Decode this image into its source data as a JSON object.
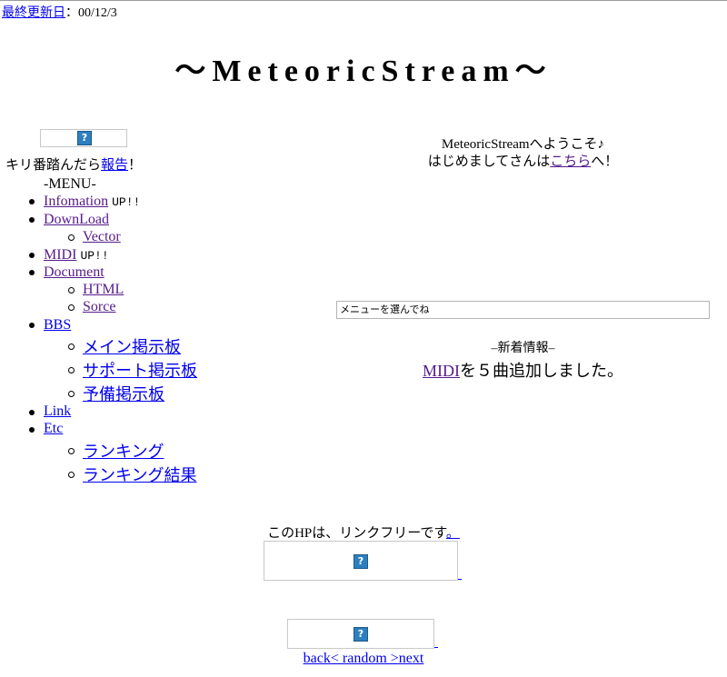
{
  "header": {
    "last_updated_link": "最終更新日",
    "last_updated_value": "：00/12/3"
  },
  "title": "～MeteoricStream～",
  "counter": {
    "text_before": "キリ番踏んだら",
    "report_link": "報告",
    "text_after": "！"
  },
  "menu": {
    "heading": "-MENU-",
    "up_tag": "UP!!",
    "items": [
      {
        "label": "Infomation"
      },
      {
        "label": "DownLoad",
        "sub": [
          "Vector"
        ]
      },
      {
        "label": "MIDI"
      },
      {
        "label": "Document",
        "sub": [
          "HTML",
          "Sorce"
        ]
      },
      {
        "label": "BBS",
        "sub": [
          "メイン掲示板",
          "サポート掲示板",
          "予備掲示板"
        ]
      },
      {
        "label": "Link"
      },
      {
        "label": "Etc",
        "sub": [
          "ランキング",
          "ランキング結果"
        ]
      }
    ]
  },
  "welcome": {
    "line1": "MeteoricStreamへようこそ♪",
    "line2_before": "はじめましてさんは",
    "line2_link": "こちら",
    "line2_after": "へ！"
  },
  "menu_select": {
    "value": "メニューを選んでね"
  },
  "news": {
    "heading": "–新着情報–",
    "link": "MIDI",
    "text": "を５曲追加しました。"
  },
  "footer": {
    "linkfree_text": "このHPは、リンクフリーです",
    "linkfree_dot": "。",
    "ring_nav": "back< random >next"
  },
  "colors": {
    "link": "#0000ee",
    "visited": "#551a8b",
    "icon_blue": "#2e7fbf"
  }
}
